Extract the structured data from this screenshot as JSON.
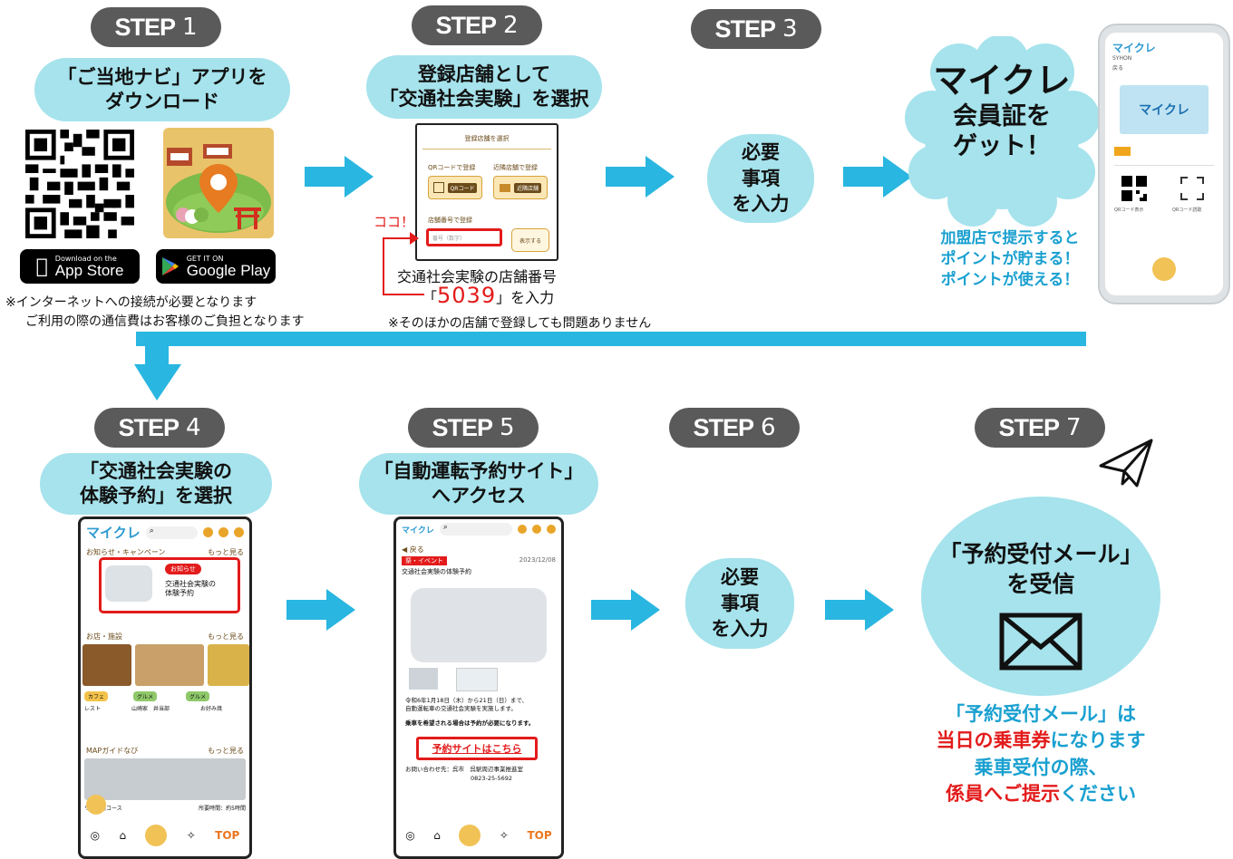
{
  "steps": [
    {
      "word": "STEP",
      "num": "1"
    },
    {
      "word": "STEP",
      "num": "2"
    },
    {
      "word": "STEP",
      "num": "3"
    },
    {
      "word": "STEP",
      "num": "4"
    },
    {
      "word": "STEP",
      "num": "5"
    },
    {
      "word": "STEP",
      "num": "6"
    },
    {
      "word": "STEP",
      "num": "7"
    }
  ],
  "step1": {
    "line1": "「ご当地ナビ」アプリを",
    "line2": "ダウンロード",
    "appstore_top": "Download on the",
    "appstore_big": "App Store",
    "gplay_top": "GET IT ON",
    "gplay_big": "Google Play",
    "note1": "※インターネットへの接続が必要となります",
    "note2": "ご利用の際の通信費はお客様のご負担となります"
  },
  "step2": {
    "line1": "登録店舗として",
    "line2": "「交通社会実験」を選択",
    "screen_title": "登録店舗を選択",
    "qr_label": "QRコードで登録",
    "qr_btn": "QRコード",
    "near_label": "近隣店舗で登録",
    "near_btn": "近隣店舗",
    "num_label": "店舗番号で登録",
    "num_placeholder": "番号（数字）",
    "show_btn": "表示する",
    "koko": "ココ！",
    "caption1": "交通社会実験の店舗番号",
    "caption_open": "「",
    "caption_num": "5039",
    "caption_close": "」を入力",
    "note": "※そのほかの店舗で登録しても問題ありません"
  },
  "step3": {
    "l1": "必要",
    "l2": "事項",
    "l3": "を入力"
  },
  "cloud": {
    "l1": "マイクレ",
    "l2": "会員証を",
    "l3": "ゲット！",
    "b1": "加盟店で提示すると",
    "b2": "ポイントが貯まる！",
    "b3": "ポイントが使える！"
  },
  "phone1": {
    "app": "マイクレ",
    "sub": "SYHON",
    "back": "戻る",
    "card": "マイクレ",
    "qr1": "QRコード表示",
    "qr2": "QRコード読取"
  },
  "step4": {
    "line1": "「交通社会実験の",
    "line2": "体験予約」を選択",
    "app": "マイクレ",
    "news": "お知らせ・キャンペーン",
    "more": "もっと見る",
    "badge": "お知らせ",
    "item1": "交通社会実験の",
    "item2": "体験予約",
    "shops": "お店・施設",
    "tag1": "グルメ",
    "tag2": "カフェ",
    "shop1": "レスト",
    "shop2": "山崎家　井当部",
    "shop3": "お好み焼",
    "map": "MAPガイドなび",
    "course": "リア満喫コース",
    "time": "所要時間：約5時間",
    "top": "TOP"
  },
  "step5": {
    "line1": "「自動運転予約サイト」",
    "line2": "へアクセス",
    "app": "マイクレ",
    "back": "戻る",
    "tag": "祭・イベント",
    "date": "2023/12/08",
    "title": "交通社会実験の体験予約",
    "body1": "令和6年1月18日（木）から21日（日）まで、",
    "body2": "自動運転車の交通社会実験を実施します。",
    "body3": "乗車を希望される場合は予約が必要になります。",
    "link": "予約サイトはこちら",
    "contact": "お問い合わせ先：呉市　呉駅周辺事業推進室",
    "tel": "0823-25-5692",
    "top": "TOP"
  },
  "step6": {
    "l1": "必要",
    "l2": "事項",
    "l3": "を入力"
  },
  "step7": {
    "l1": "「予約受付メール」",
    "l2": "を受信",
    "f1": "「予約受付メール」は",
    "f2a": "当日の乗車券",
    "f2b": "になります",
    "f3": "乗車受付の際、",
    "f4a": "係員へご提示",
    "f4b": "ください"
  },
  "colors": {
    "accent": "#29b6e0",
    "pill": "#a6e3ec",
    "step": "#5a5a5a",
    "red": "#e31b1b",
    "teal": "#1aa0d0"
  }
}
